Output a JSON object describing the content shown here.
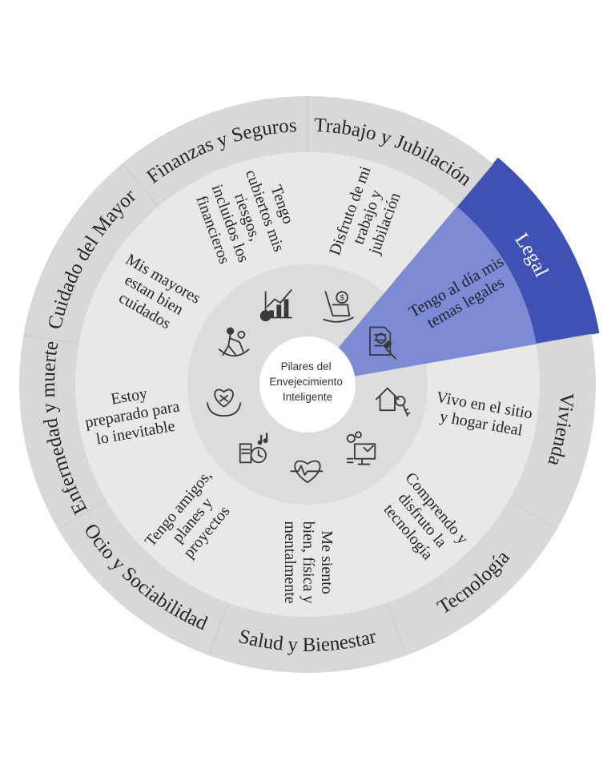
{
  "center": {
    "lines": [
      "Pilares del",
      "Envejecimiento",
      "Inteligente"
    ]
  },
  "colors": {
    "outer_ring": "#d8d8d8",
    "inner_ring": "#e8e8e8",
    "icon_ring": "#dcdcdc",
    "center": "#ffffff",
    "highlight_outer": "#3f51b5",
    "highlight_inner": "#7f8ad4",
    "divider": "#cfcfcf"
  },
  "pillars": [
    {
      "name": "Cuidado del Mayor",
      "text_lines": [
        "Mis mayores",
        "estan bien",
        "cuidados"
      ],
      "icon": "care-elderly-icon",
      "highlight": false
    },
    {
      "name": "Finanzas y Seguros",
      "text_lines": [
        "Tengo",
        "cubiertos mis",
        "riesgos,",
        "incluidos los",
        "financieros"
      ],
      "icon": "finance-chart-icon",
      "highlight": false
    },
    {
      "name": "Trabajo y Jubilación",
      "text_lines": [
        "Disfruto de mi",
        "trabajo y",
        "jubilación"
      ],
      "icon": "retirement-rocking-chair-icon",
      "highlight": false
    },
    {
      "name": "Legal",
      "text_lines": [
        "Tengo al día mis",
        "temas legales"
      ],
      "icon": "legal-document-gavel-icon",
      "highlight": true
    },
    {
      "name": "Vivienda",
      "text_lines": [
        "Vivo en el sitio",
        "y hogar ideal"
      ],
      "icon": "house-keys-icon",
      "highlight": false
    },
    {
      "name": "Tecnología",
      "text_lines": [
        "Comprendo y",
        "disfruto la",
        "tecnología"
      ],
      "icon": "computer-gears-icon",
      "highlight": false
    },
    {
      "name": "Salud y Bienestar",
      "text_lines": [
        "Me siento",
        "bien, física y",
        "mentalmente"
      ],
      "icon": "heart-pulse-icon",
      "highlight": false
    },
    {
      "name": "Ocio y Sociabilidad",
      "text_lines": [
        "Tengo amigos,",
        "planes y",
        "proyectos"
      ],
      "icon": "leisure-music-icon",
      "highlight": false
    },
    {
      "name": "Enfermedad y muerte",
      "text_lines": [
        "Estoy",
        "preparado para",
        "lo inevitable"
      ],
      "icon": "heart-hands-icon",
      "highlight": false
    }
  ]
}
